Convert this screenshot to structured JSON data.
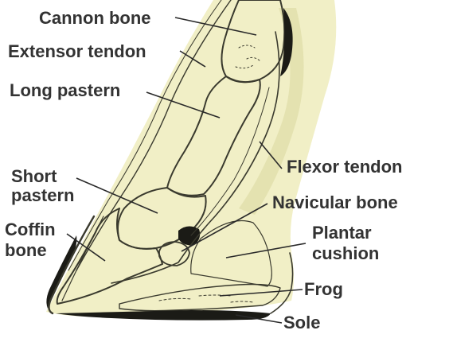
{
  "labels": {
    "cannon_bone": "Cannon bone",
    "extensor_tendon": "Extensor tendon",
    "long_pastern": "Long pastern",
    "flexor_tendon": "Flexor tendon",
    "short_pastern_line1": "Short",
    "short_pastern_line2": "pastern",
    "navicular_bone": "Navicular bone",
    "coffin_bone_line1": "Coffin",
    "coffin_bone_line2": "bone",
    "plantar_cushion_line1": "Plantar",
    "plantar_cushion_line2": "cushion",
    "frog": "Frog",
    "sole": "Sole"
  },
  "colors": {
    "label_text": "#333333",
    "background": "#ffffff",
    "hoof_wash": "#f1efc6",
    "tissue_wash": "#e4e2b0",
    "sketch_line": "#3a3a2e",
    "dark_shading": "#1b1b16"
  }
}
